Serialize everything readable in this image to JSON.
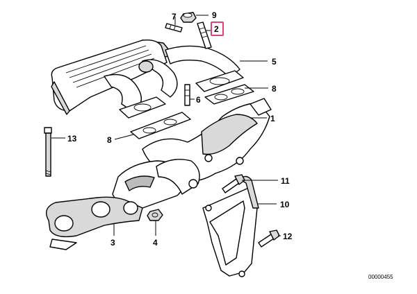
{
  "callouts": {
    "c1": "1",
    "c2": "2",
    "c3": "3",
    "c4": "4",
    "c5": "5",
    "c6": "6",
    "c7": "7",
    "c8a": "8",
    "c8b": "8",
    "c9": "9",
    "c10": "10",
    "c11": "11",
    "c12": "12",
    "c13": "13"
  },
  "highlighted_callout": "2",
  "colors": {
    "highlight": "#e0407a",
    "ink": "#000000"
  },
  "diagram_ref": "00000455"
}
